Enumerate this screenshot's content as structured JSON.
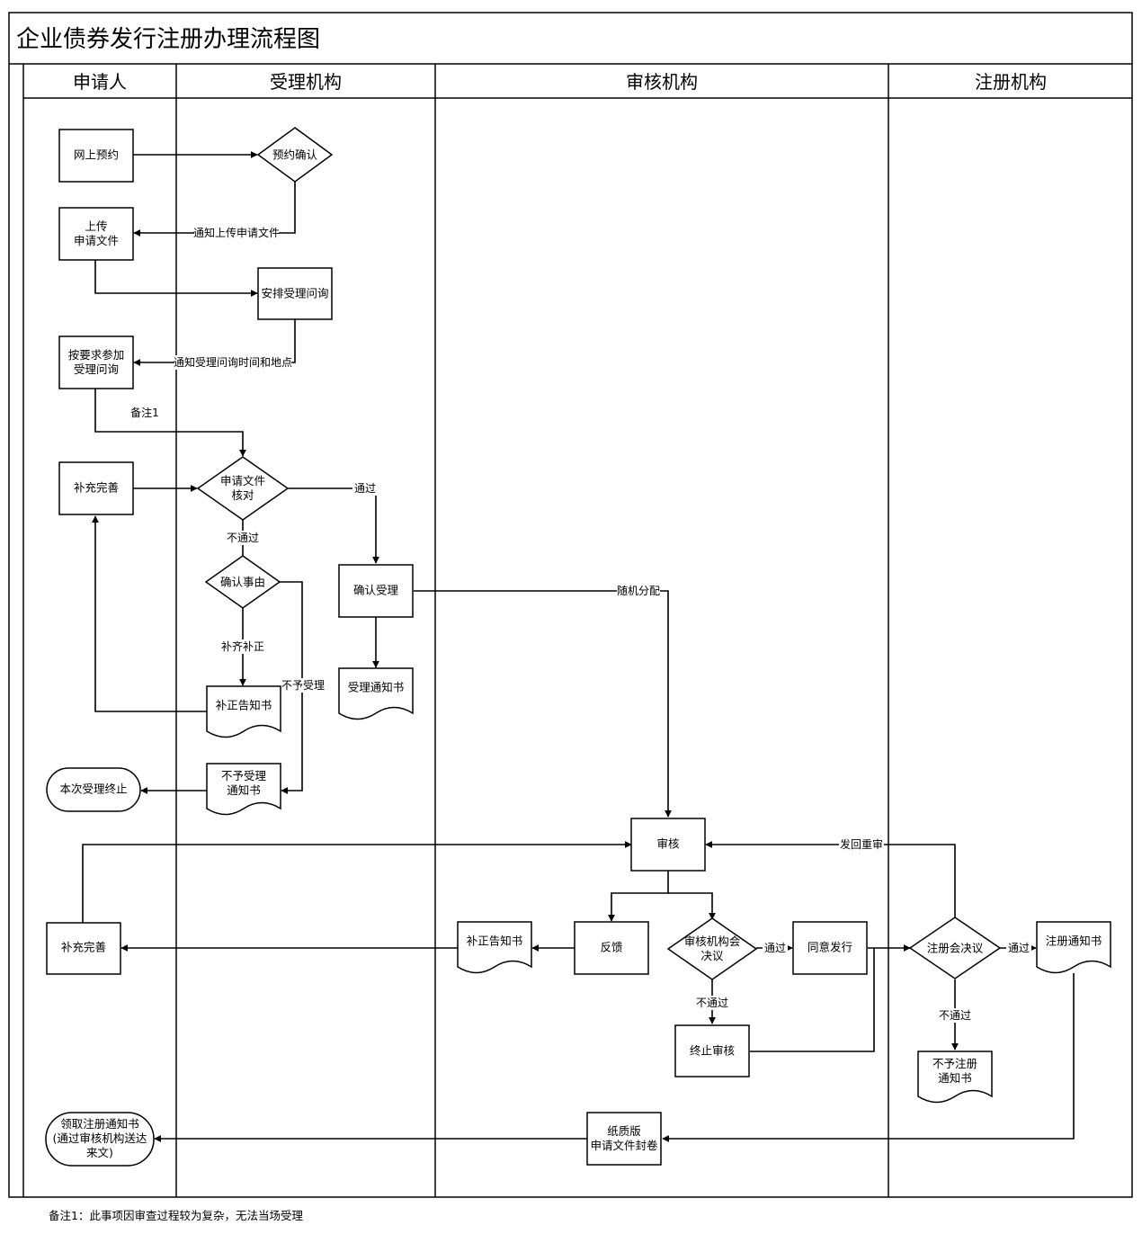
{
  "title": "企业债券发行注册办理流程图",
  "lanes": {
    "applicant": "申请人",
    "acceptance": "受理机构",
    "review": "审核机构",
    "registration": "注册机构"
  },
  "nodes": {
    "online_booking": "网上预约",
    "booking_confirm": "预约确认",
    "upload_docs": "上传\n申请文件",
    "arrange_inquiry": "安排受理问询",
    "attend_inquiry": "按要求参加\n受理问询",
    "supplement_1": "补充完善",
    "doc_check": "申请文件\n核对",
    "confirm_reason": "确认事由",
    "correction_notice_1": "补正告知书",
    "rejection_notice": "不予受理\n通知书",
    "terminated": "本次受理终止",
    "confirm_accept": "确认受理",
    "acceptance_notice": "受理通知书",
    "review": "审核",
    "feedback": "反馈",
    "correction_notice_2": "补正告知书",
    "supplement_2": "补充完善",
    "review_meeting": "审核机构会\n决议",
    "agree_issue": "同意发行",
    "terminate_review": "终止审核",
    "registration_meeting": "注册会决议",
    "registration_notice": "注册通知书",
    "no_registration_notice": "不予注册\n通知书",
    "paper_archive": "纸质版\n申请文件封卷",
    "collect_notice": "领取注册通知书\n(通过审核机构送达\n来文)"
  },
  "edge_labels": {
    "notify_upload": "通知上传申请文件",
    "notify_inquiry": "通知受理问询时间和地点",
    "note1": "备注1",
    "pass_check": "通过",
    "fail_check": "不通过",
    "supplement_correct": "补齐补正",
    "not_accept": "不予受理",
    "random_assign": "随机分配",
    "resubmit_review": "发回重审",
    "pass_meeting": "通过",
    "fail_meeting": "不通过",
    "pass_registration": "通过",
    "fail_registration": "不通过"
  },
  "footnote": "备注1：此事项因审查过程较为复杂，无法当场受理"
}
